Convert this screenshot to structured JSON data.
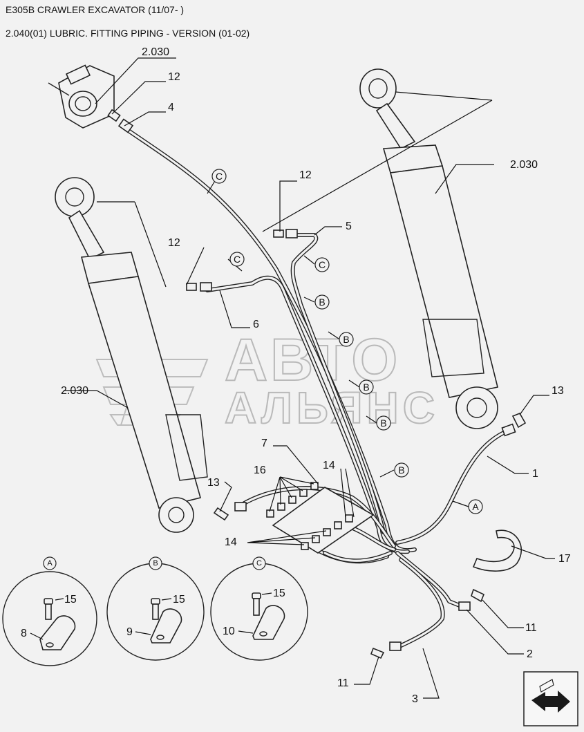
{
  "header": {
    "title": "E305B CRAWLER EXCAVATOR (11/07- )",
    "subtitle": "2.040(01) LUBRIC. FITTING PIPING - VERSION (01-02)"
  },
  "refs": {
    "ref_top": "2.030",
    "ref_right": "2.030",
    "ref_left": "2.030"
  },
  "callouts": {
    "c12a": "12",
    "c4": "4",
    "c12b": "12",
    "c5": "5",
    "c12c": "12",
    "c6": "6",
    "c7": "7",
    "c16": "16",
    "c14a": "14",
    "c13a": "13",
    "c14b": "14",
    "c13b": "13",
    "c1": "1",
    "c17": "17",
    "c11a": "11",
    "c2": "2",
    "c11b": "11",
    "c3": "3"
  },
  "bubbles": {
    "c_a": "C",
    "c_b": "C",
    "c_c": "C",
    "b_a": "B",
    "b_b": "B",
    "b_c": "B",
    "b_d": "B",
    "b_e": "B",
    "a_a": "A"
  },
  "details": [
    {
      "letter": "A",
      "bolt": "15",
      "clamp": "8"
    },
    {
      "letter": "B",
      "bolt": "15",
      "clamp": "9"
    },
    {
      "letter": "C",
      "bolt": "15",
      "clamp": "10"
    }
  ],
  "watermark": {
    "line1": "АВТО",
    "line2": "АЛЬЯНС"
  },
  "icons": {
    "nav": "next-page-arrow-icon"
  }
}
